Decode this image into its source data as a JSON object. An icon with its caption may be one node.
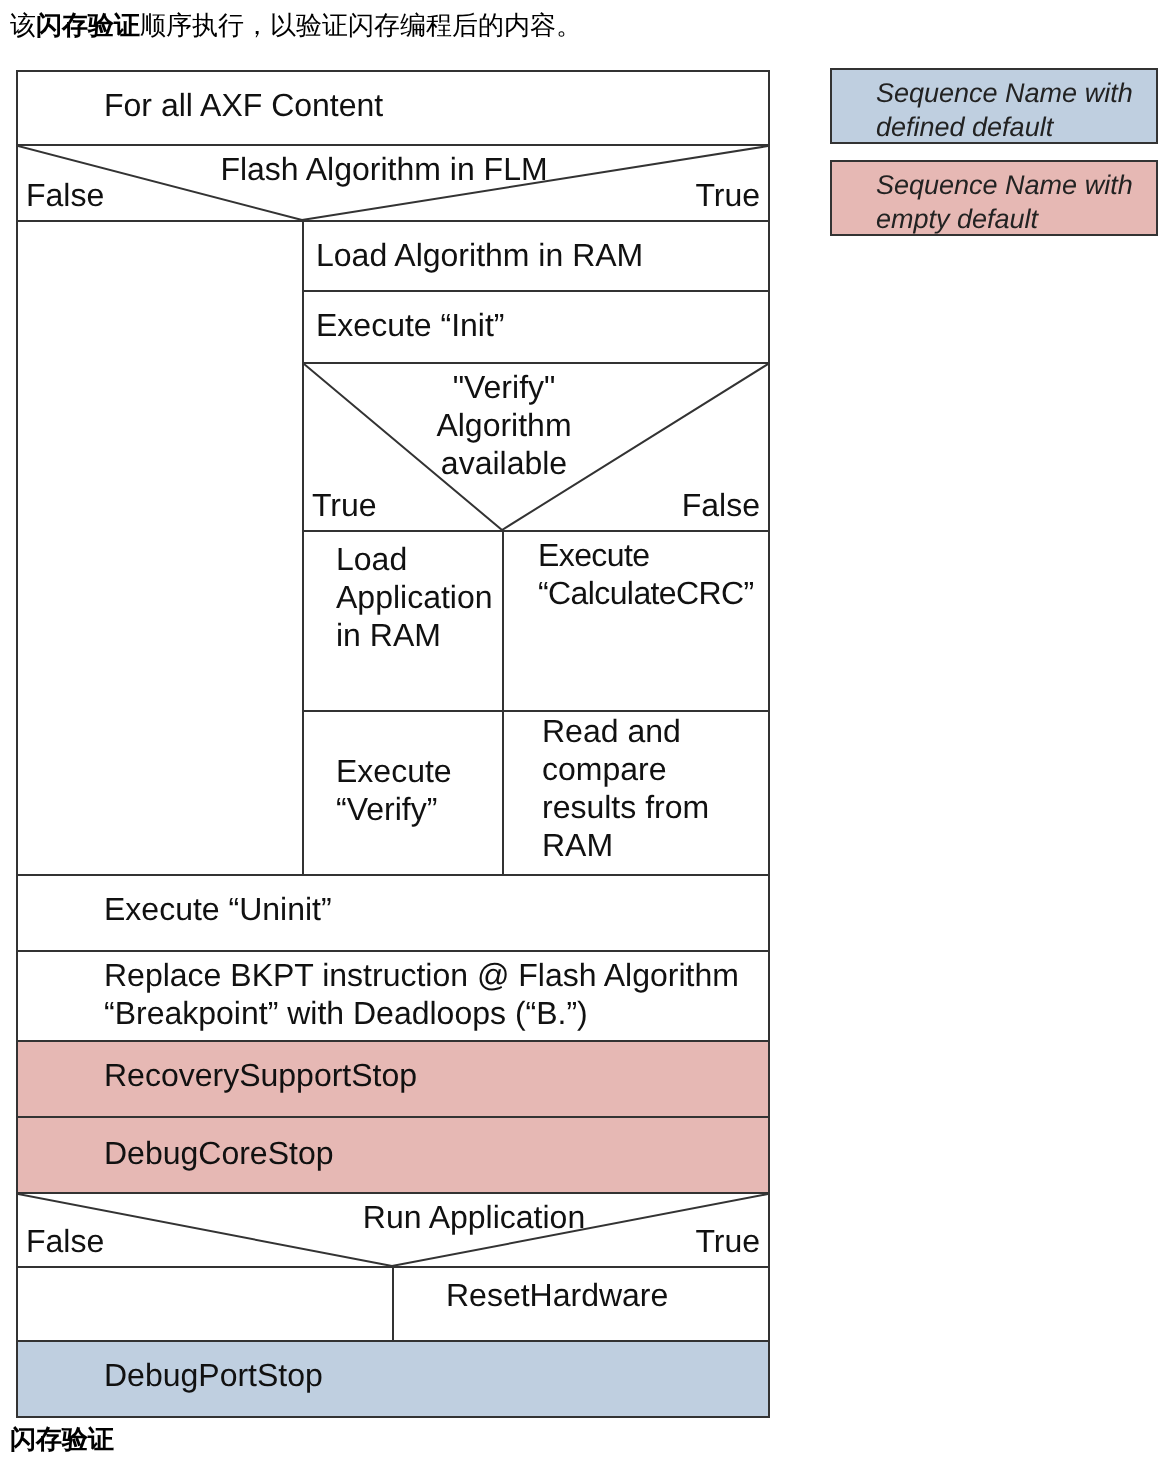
{
  "diagram": {
    "title": "该**闪存验证**顺序执行，以验证闪存编程后的内容。",
    "caption": "闪存验证",
    "nodes": [
      {
        "text": [
          "For all AXF Content"
        ]
      },
      {
        "text": [
          "Flash Algorithm in FLM",
          "False",
          "True"
        ]
      },
      {
        "text": [],
        "shape": "box"
      },
      {
        "text": [
          "Load Algorithm in RAM"
        ]
      },
      {
        "text": [
          "Execute “Init”"
        ]
      },
      {
        "text": [
          "\"Verify\" Algorithm available",
          "True",
          "False"
        ]
      },
      {
        "text": [
          "Load Application in RAM"
        ]
      },
      {
        "text": [
          "Execute “CalculateCRC”"
        ]
      },
      {
        "text": [
          "Execute “Verify”"
        ]
      },
      {
        "text": [
          "Read and compare results from RAM"
        ]
      },
      {
        "text": [
          "Execute “Uninit”"
        ]
      },
      {
        "text": [
          "Replace BKPT instruction @ Flash Algorithm “Breakpoint” with Deadloops (“B.”)"
        ]
      },
      {
        "text": [
          "RecoverySupportStop"
        ]
      },
      {
        "text": [
          "DebugCoreStop"
        ]
      },
      {
        "text": [
          "Run Application",
          "False",
          "True"
        ]
      },
      {
        "text": [],
        "shape": "box"
      },
      {
        "text": [
          "ResetHardware"
        ]
      },
      {
        "text": [
          "DebugPortStop"
        ]
      }
    ],
    "legend": [
      {
        "text": "Sequence Name with defined default",
        "color": "#bfcfe0"
      },
      {
        "text": "Sequence Name with empty default",
        "color": "#e6b8b4"
      }
    ]
  }
}
